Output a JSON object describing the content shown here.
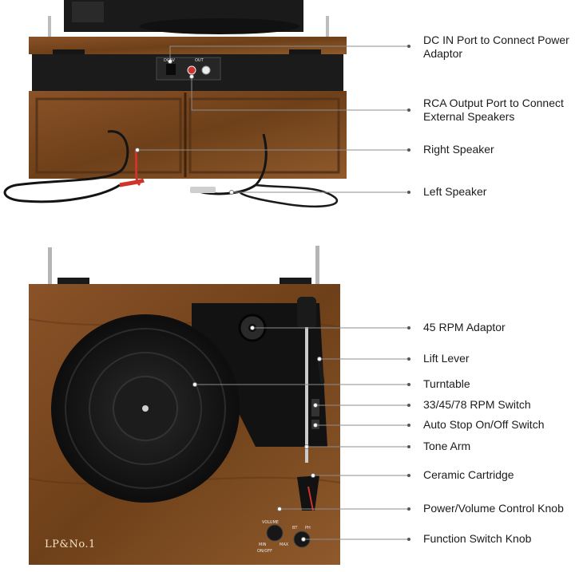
{
  "callouts": [
    {
      "id": "dc-in",
      "line1": "DC IN Port to Connect Power",
      "line2": "Adaptor"
    },
    {
      "id": "rca-output",
      "line1": "RCA Output Port to Connect",
      "line2": "External Speakers"
    },
    {
      "id": "right-speaker",
      "line1": "Right Speaker"
    },
    {
      "id": "left-speaker",
      "line1": "Left Speaker"
    },
    {
      "id": "rpm-adaptor",
      "line1": "45 RPM Adaptor"
    },
    {
      "id": "lift-lever",
      "line1": "Lift Lever"
    },
    {
      "id": "turntable",
      "line1": "Turntable"
    },
    {
      "id": "rpm-switch",
      "line1": "33/45/78 RPM Switch"
    },
    {
      "id": "auto-stop",
      "line1": "Auto Stop On/Off Switch"
    },
    {
      "id": "tone-arm",
      "line1": "Tone Arm"
    },
    {
      "id": "cartridge",
      "line1": "Ceramic Cartridge"
    },
    {
      "id": "power-volume",
      "line1": "Power/Volume Control Knob"
    },
    {
      "id": "function-switch",
      "line1": "Function Switch Knob"
    }
  ],
  "panel": {
    "dc_label": "DC5V",
    "out_label": "OUT"
  },
  "deck": {
    "logo": "LP&No.1",
    "volume_label": "VOLUME",
    "min_label": "MIN",
    "onoff_label": "ON/OFF",
    "max_label": "MAX",
    "bt_label": "BT",
    "ph_label": "PH"
  },
  "colors": {
    "wood": "#7a4a22",
    "wood_dark": "#4d2c12",
    "black": "#141414",
    "callout_line": "#8c8c8c",
    "callout_dot": "#ffffff",
    "rca_red": "#d1322c"
  }
}
